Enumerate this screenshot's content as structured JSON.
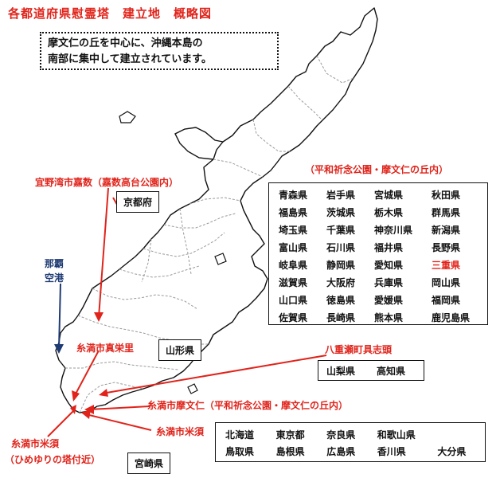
{
  "title": "各都道府県慰霊塔　建立地　概略図",
  "note": {
    "line1": "摩文仁の丘を中心に、沖縄本島の",
    "line2": "南部に集中して建立されています。"
  },
  "colors": {
    "accent": "#e0241b",
    "airport": "#1f3b73",
    "coast": "#111111",
    "border": "#9a9a9a"
  },
  "labels": {
    "ginowan": "宜野湾市嘉数（嘉数高台公園内）",
    "peace_park": "（平和祈念公園・摩文仁の丘内）",
    "naha_1": "那覇",
    "naha_2": "空港",
    "makabe": "糸満市真栄里",
    "yaese": "八重瀬町具志頭",
    "mabuni": "糸満市摩文仁（平和祈念公園・摩文仁の丘内）",
    "komesu": "糸満市米須",
    "itoman_1": "糸満市米須",
    "itoman_2": "（ひめゆりの塔付近）"
  },
  "boxes": {
    "kyoto": "京都府",
    "yamagata": "山形県",
    "miyazaki": "宮崎県",
    "yamanashi_kochi": [
      "山梨県",
      "高知県"
    ],
    "main": [
      "青森県",
      "岩手県",
      "宮城県",
      "秋田県",
      "福島県",
      "茨城県",
      "栃木県",
      "群馬県",
      "埼玉県",
      "千葉県",
      "神奈川県",
      "新潟県",
      "富山県",
      "石川県",
      "福井県",
      "長野県",
      "岐阜県",
      "静岡県",
      "愛知県",
      "三重県",
      "滋賀県",
      "大阪府",
      "兵庫県",
      "岡山県",
      "山口県",
      "徳島県",
      "愛媛県",
      "福岡県",
      "佐賀県",
      "長崎県",
      "熊本県",
      "鹿児島県"
    ],
    "main_highlight": "三重県",
    "komesu_list": [
      "北海道",
      "東京都",
      "奈良県",
      "和歌山県",
      "",
      "鳥取県",
      "島根県",
      "広島県",
      "香川県",
      "大分県"
    ]
  }
}
